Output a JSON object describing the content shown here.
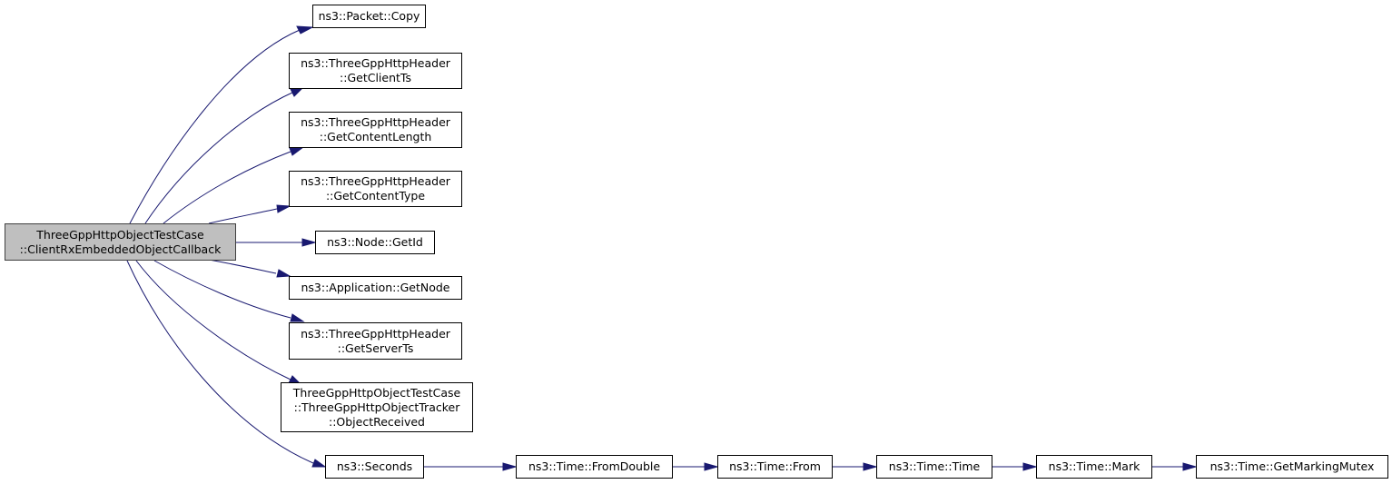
{
  "diagram": {
    "edge_color": "#191970",
    "root_fill": "#bfbfbf",
    "nodes": {
      "root": [
        "ThreeGppHttpObjectTestCase",
        "::ClientRxEmbeddedObjectCallback"
      ],
      "copy": [
        "ns3::Packet::Copy"
      ],
      "getclientts": [
        "ns3::ThreeGppHttpHeader",
        "::GetClientTs"
      ],
      "getcontentlength": [
        "ns3::ThreeGppHttpHeader",
        "::GetContentLength"
      ],
      "getcontenttype": [
        "ns3::ThreeGppHttpHeader",
        "::GetContentType"
      ],
      "getid": [
        "ns3::Node::GetId"
      ],
      "getnode": [
        "ns3::Application::GetNode"
      ],
      "getserverts": [
        "ns3::ThreeGppHttpHeader",
        "::GetServerTs"
      ],
      "objectreceived": [
        "ThreeGppHttpObjectTestCase",
        "::ThreeGppHttpObjectTracker",
        "::ObjectReceived"
      ],
      "seconds": [
        "ns3::Seconds"
      ],
      "fromdouble": [
        "ns3::Time::FromDouble"
      ],
      "from": [
        "ns3::Time::From"
      ],
      "time": [
        "ns3::Time::Time"
      ],
      "mark": [
        "ns3::Time::Mark"
      ],
      "getmarkingmutex": [
        "ns3::Time::GetMarkingMutex"
      ]
    }
  }
}
